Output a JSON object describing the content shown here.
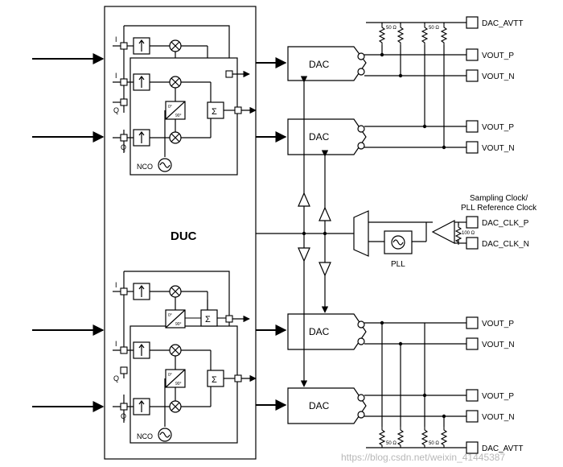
{
  "duc_label": "DUC",
  "dac_label": "DAC",
  "nco_label": "NCO",
  "pll_label": "PLL",
  "i_label": "I",
  "q_label": "Q",
  "sigma": "Σ",
  "phase_top": "0°",
  "phase_bottom": "90°",
  "resistor_label": "50 Ω",
  "resistor_100": "100 Ω",
  "clock_title_line1": "Sampling Clock/",
  "clock_title_line2": "PLL Reference Clock",
  "pins": {
    "dac_avtt_top": "DAC_AVTT",
    "vout_p_1": "VOUT_P",
    "vout_n_1": "VOUT_N",
    "vout_p_2": "VOUT_P",
    "vout_n_2": "VOUT_N",
    "clk_p": "DAC_CLK_P",
    "clk_n": "DAC_CLK_N",
    "vout_p_3": "VOUT_P",
    "vout_n_3": "VOUT_N",
    "vout_p_4": "VOUT_P",
    "vout_n_4": "VOUT_N",
    "dac_avtt_bottom": "DAC_AVTT"
  },
  "watermark": "https://blog.csdn.net/weixin_41445387",
  "colors": {
    "line": "#000000",
    "background": "#ffffff",
    "watermark": "#b8b8b8"
  }
}
